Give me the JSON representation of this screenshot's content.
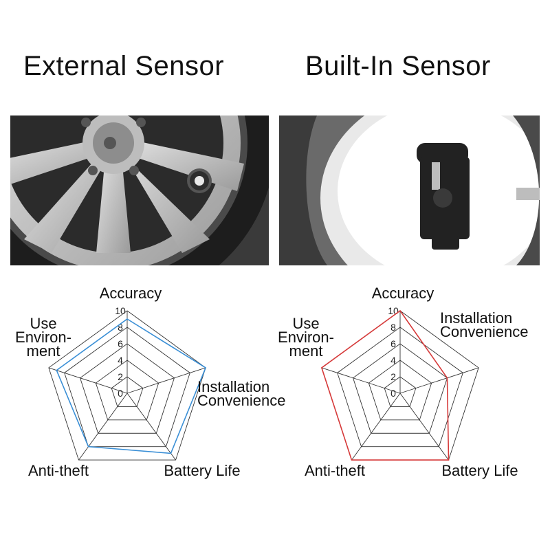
{
  "titles": {
    "left": "External Sensor",
    "right": "Built-In Sensor"
  },
  "colors": {
    "external": "#3a8fd6",
    "builtin": "#d63a3a",
    "grid": "#333333"
  },
  "chart_data": [
    {
      "type": "radar",
      "title": "External Sensor",
      "axes": [
        "Accuracy",
        "Installation Convenience",
        "Battery Life",
        "Anti-theft",
        "Use Environ-ment"
      ],
      "axis_labels": [
        [
          "Accuracy"
        ],
        [
          "Installation",
          "Convenience"
        ],
        [
          "Battery Life"
        ],
        [
          "Anti-theft"
        ],
        [
          "Use",
          "Environ-",
          "ment"
        ]
      ],
      "ticks": [
        0,
        2,
        4,
        6,
        8,
        10
      ],
      "range": [
        0,
        10
      ],
      "series": [
        {
          "values": [
            9,
            10,
            9,
            8,
            9
          ],
          "color": "#3a8fd6"
        }
      ]
    },
    {
      "type": "radar",
      "title": "Built-In Sensor",
      "axes": [
        "Accuracy",
        "Installation Convenience",
        "Battery Life",
        "Anti-theft",
        "Use Environ-ment"
      ],
      "axis_labels": [
        [
          "Accuracy"
        ],
        [
          "Installation",
          "Convenience"
        ],
        [
          "Battery Life"
        ],
        [
          "Anti-theft"
        ],
        [
          "Use",
          "Environ-",
          "ment"
        ]
      ],
      "ticks": [
        0,
        2,
        4,
        6,
        8,
        10
      ],
      "range": [
        0,
        10
      ],
      "series": [
        {
          "values": [
            10,
            6,
            10,
            10,
            10
          ],
          "color": "#d63a3a"
        }
      ]
    }
  ]
}
